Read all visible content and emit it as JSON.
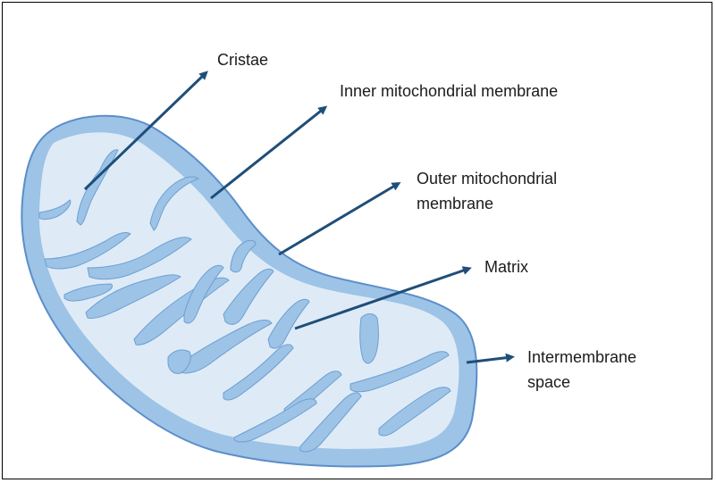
{
  "labels": {
    "cristae": "Cristae",
    "inner_membrane": "Inner mitochondrial membrane",
    "outer_membrane_line1": "Outer mitochondrial",
    "outer_membrane_line2": "membrane",
    "matrix": "Matrix",
    "intermembrane_line1": "Intermembrane",
    "intermembrane_line2": "space"
  },
  "colors": {
    "outer_membrane_fill": "#9dc3e6",
    "outer_membrane_stroke": "#5b8ec9",
    "matrix_fill": "#deebf7",
    "cristae_fill": "#9dc3e6",
    "arrow": "#1f4e79",
    "text": "#1b1b1b",
    "frame": "#000000"
  }
}
